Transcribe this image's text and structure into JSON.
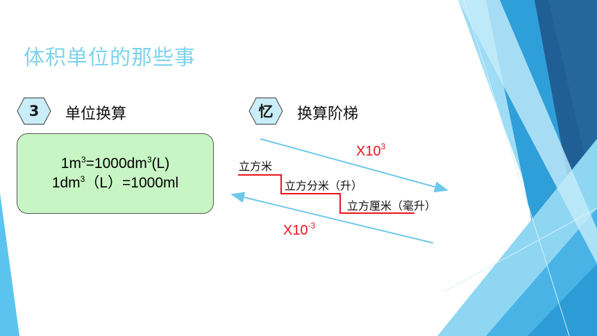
{
  "slide": {
    "title": "体积单位的那些事"
  },
  "section_left": {
    "badge": "3",
    "label": "单位换算"
  },
  "section_right": {
    "badge": "忆",
    "label": "换算阶梯"
  },
  "formulas": {
    "line1": {
      "a": "1m",
      "a_exp": "3",
      "b": "=1000dm",
      "b_exp": "3",
      "c": "(L)"
    },
    "line2": {
      "a": "1dm",
      "a_exp": "3",
      "c": "（L）=1000ml"
    }
  },
  "ladder": {
    "step1": "立方米",
    "step2": "立方分米（升）",
    "step3": "立方厘米（毫升）",
    "up_factor": {
      "base": "X10",
      "exp": "3"
    },
    "down_factor": {
      "base": "X10",
      "exp": "-3"
    }
  },
  "colors": {
    "title": "#7ed3ec",
    "box_fill": "#c7f5c4",
    "ladder_line": "#e8141c",
    "arrow": "#6ec8ea"
  }
}
